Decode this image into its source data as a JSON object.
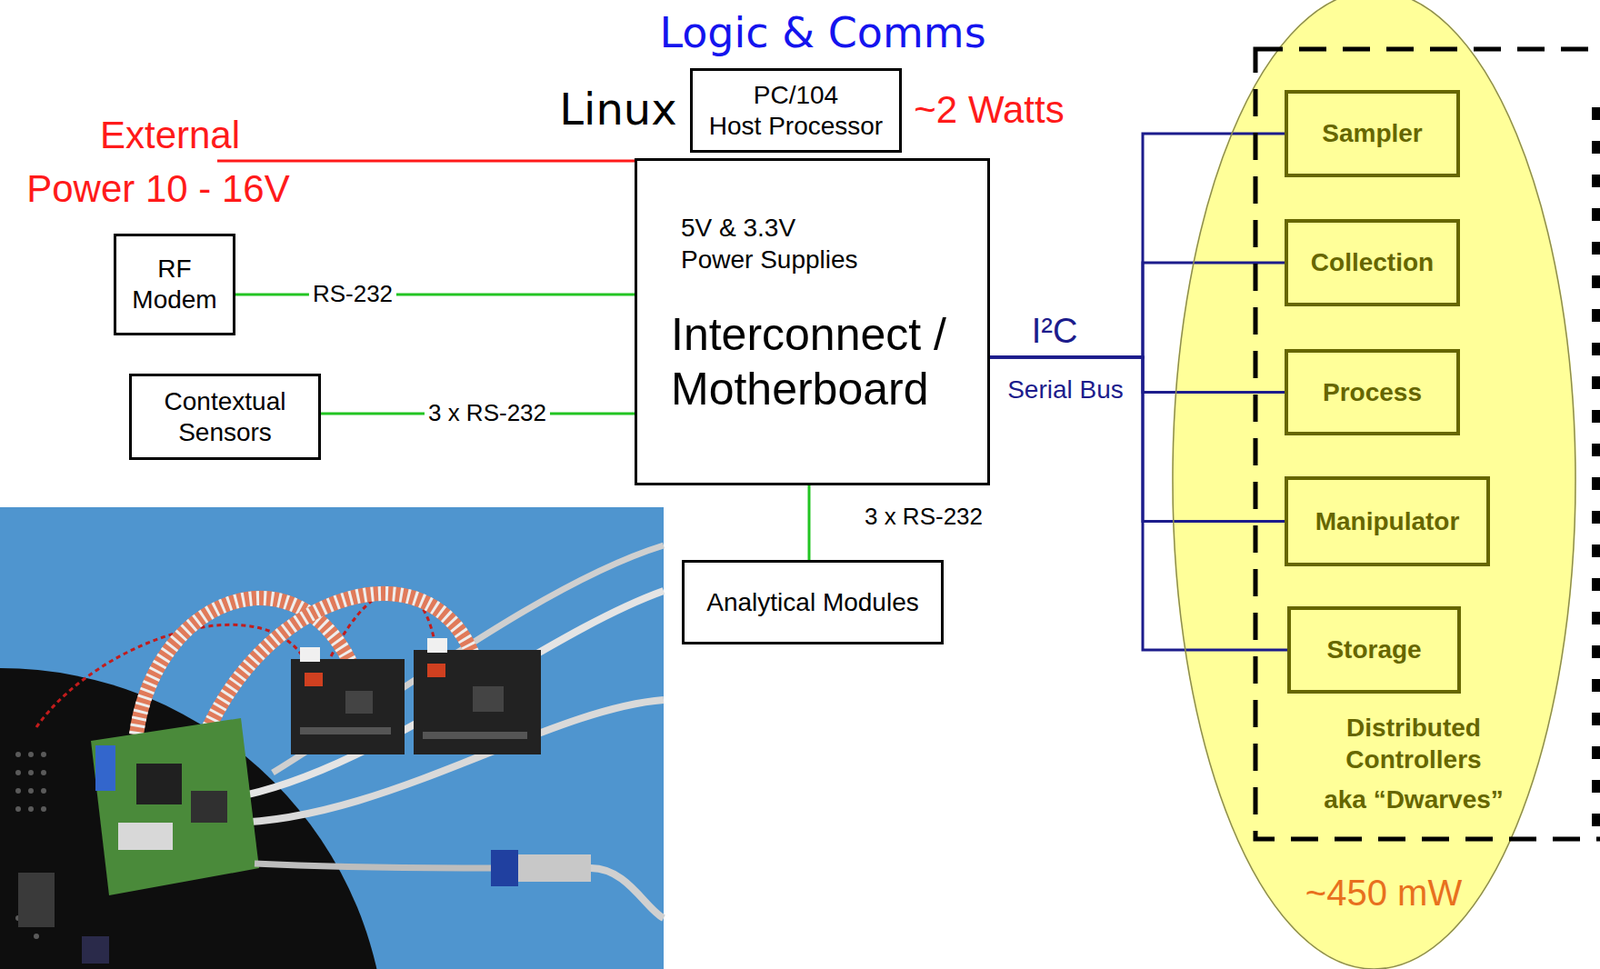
{
  "diagram": {
    "title": "Logic & Comms",
    "nodes": [
      {
        "text": [
          "PC/104",
          "Host Processor"
        ]
      },
      {
        "text": [
          "5V & 3.3V Power Supplies",
          "Interconnect / Motherboard"
        ]
      },
      {
        "text": [
          "RF Modem"
        ]
      },
      {
        "text": [
          "Contextual Sensors"
        ]
      },
      {
        "text": [
          "Analytical Modules"
        ]
      },
      {
        "text": [
          "~450 mW"
        ]
      },
      {
        "text": [
          "Distributed Controllers",
          "aka “Dwarves”"
        ],
        "in": 5
      },
      {
        "text": [
          "Sampler"
        ],
        "in": 6
      },
      {
        "text": [
          "Collection"
        ],
        "in": 6
      },
      {
        "text": [
          "Process"
        ],
        "in": 6
      },
      {
        "text": [
          "Manipulator"
        ],
        "in": 6
      },
      {
        "text": [
          "Storage"
        ],
        "in": 6
      }
    ],
    "edges": [
      {
        "from": 2,
        "to": 1,
        "label": "RS-232",
        "arrow": "none"
      },
      {
        "from": 3,
        "to": 1,
        "label": "3 x RS-232",
        "arrow": "none"
      },
      {
        "from": 1,
        "to": 4,
        "label": "3 x RS-232",
        "arrow": "none"
      },
      {
        "from": 1,
        "to": 7,
        "arrow": "none"
      },
      {
        "from": 1,
        "to": 8,
        "arrow": "none"
      },
      {
        "from": 1,
        "to": 9,
        "arrow": "none"
      },
      {
        "from": 1,
        "to": 10,
        "arrow": "none"
      },
      {
        "from": 1,
        "to": 11,
        "arrow": "none"
      }
    ],
    "labels": [
      "Linux",
      "~2 Watts",
      "External",
      "Power 10 - 16V",
      "I²C",
      "Serial Bus"
    ]
  }
}
